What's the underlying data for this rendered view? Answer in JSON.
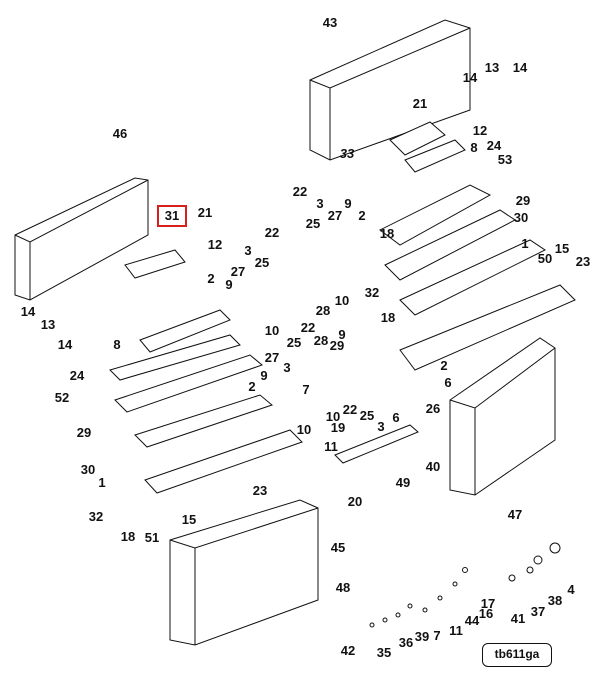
{
  "diagram": {
    "highlight": {
      "label": "31",
      "color": "#d62020"
    },
    "code": "tb611ga",
    "callouts": [
      {
        "id": "43",
        "text": "43"
      },
      {
        "id": "14a",
        "text": "14"
      },
      {
        "id": "13a",
        "text": "13"
      },
      {
        "id": "14b",
        "text": "14"
      },
      {
        "id": "21a",
        "text": "21"
      },
      {
        "id": "12a",
        "text": "12"
      },
      {
        "id": "8a",
        "text": "8"
      },
      {
        "id": "24a",
        "text": "24"
      },
      {
        "id": "33",
        "text": "33"
      },
      {
        "id": "53",
        "text": "53"
      },
      {
        "id": "46",
        "text": "46"
      },
      {
        "id": "21b",
        "text": "21"
      },
      {
        "id": "12b",
        "text": "12"
      },
      {
        "id": "22a",
        "text": "22"
      },
      {
        "id": "3a",
        "text": "3"
      },
      {
        "id": "9a",
        "text": "9"
      },
      {
        "id": "29a",
        "text": "29"
      },
      {
        "id": "25a",
        "text": "25"
      },
      {
        "id": "27a",
        "text": "27"
      },
      {
        "id": "2a",
        "text": "2"
      },
      {
        "id": "30a",
        "text": "30"
      },
      {
        "id": "18a",
        "text": "18"
      },
      {
        "id": "1a",
        "text": "1"
      },
      {
        "id": "15a",
        "text": "15"
      },
      {
        "id": "50",
        "text": "50"
      },
      {
        "id": "23a",
        "text": "23"
      },
      {
        "id": "22b",
        "text": "22"
      },
      {
        "id": "3b",
        "text": "3"
      },
      {
        "id": "27b",
        "text": "27"
      },
      {
        "id": "25b",
        "text": "25"
      },
      {
        "id": "2b",
        "text": "2"
      },
      {
        "id": "9b",
        "text": "9"
      },
      {
        "id": "14c",
        "text": "14"
      },
      {
        "id": "13b",
        "text": "13"
      },
      {
        "id": "14d",
        "text": "14"
      },
      {
        "id": "8b",
        "text": "8"
      },
      {
        "id": "10a",
        "text": "10"
      },
      {
        "id": "10b",
        "text": "10"
      },
      {
        "id": "32a",
        "text": "32"
      },
      {
        "id": "28a",
        "text": "28"
      },
      {
        "id": "18b",
        "text": "18"
      },
      {
        "id": "9c",
        "text": "9"
      },
      {
        "id": "22c",
        "text": "22"
      },
      {
        "id": "25c",
        "text": "25"
      },
      {
        "id": "28b",
        "text": "28"
      },
      {
        "id": "29b",
        "text": "29"
      },
      {
        "id": "27c",
        "text": "27"
      },
      {
        "id": "2c",
        "text": "2"
      },
      {
        "id": "24b",
        "text": "24"
      },
      {
        "id": "6a",
        "text": "6"
      },
      {
        "id": "52",
        "text": "52"
      },
      {
        "id": "2d",
        "text": "2"
      },
      {
        "id": "9d",
        "text": "9"
      },
      {
        "id": "3c",
        "text": "3"
      },
      {
        "id": "7",
        "text": "7"
      },
      {
        "id": "10c",
        "text": "10"
      },
      {
        "id": "22d",
        "text": "22"
      },
      {
        "id": "25d",
        "text": "25"
      },
      {
        "id": "26",
        "text": "26"
      },
      {
        "id": "29c",
        "text": "29"
      },
      {
        "id": "6b",
        "text": "6"
      },
      {
        "id": "3d",
        "text": "3"
      },
      {
        "id": "19",
        "text": "19"
      },
      {
        "id": "10d",
        "text": "10"
      },
      {
        "id": "11",
        "text": "11"
      },
      {
        "id": "30b",
        "text": "30"
      },
      {
        "id": "40",
        "text": "40"
      },
      {
        "id": "1b",
        "text": "1"
      },
      {
        "id": "49",
        "text": "49"
      },
      {
        "id": "47",
        "text": "47"
      },
      {
        "id": "23b",
        "text": "23"
      },
      {
        "id": "20",
        "text": "20"
      },
      {
        "id": "32b",
        "text": "32"
      },
      {
        "id": "15b",
        "text": "15"
      },
      {
        "id": "18c",
        "text": "18"
      },
      {
        "id": "51",
        "text": "51"
      },
      {
        "id": "45",
        "text": "45"
      },
      {
        "id": "48",
        "text": "48"
      },
      {
        "id": "4",
        "text": "4"
      },
      {
        "id": "17",
        "text": "17"
      },
      {
        "id": "38",
        "text": "38"
      },
      {
        "id": "16",
        "text": "16"
      },
      {
        "id": "41",
        "text": "41"
      },
      {
        "id": "37",
        "text": "37"
      },
      {
        "id": "44",
        "text": "44"
      },
      {
        "id": "11b",
        "text": "11"
      },
      {
        "id": "7b",
        "text": "7"
      },
      {
        "id": "39",
        "text": "39"
      },
      {
        "id": "36",
        "text": "36"
      },
      {
        "id": "42",
        "text": "42"
      },
      {
        "id": "35",
        "text": "35"
      }
    ]
  }
}
